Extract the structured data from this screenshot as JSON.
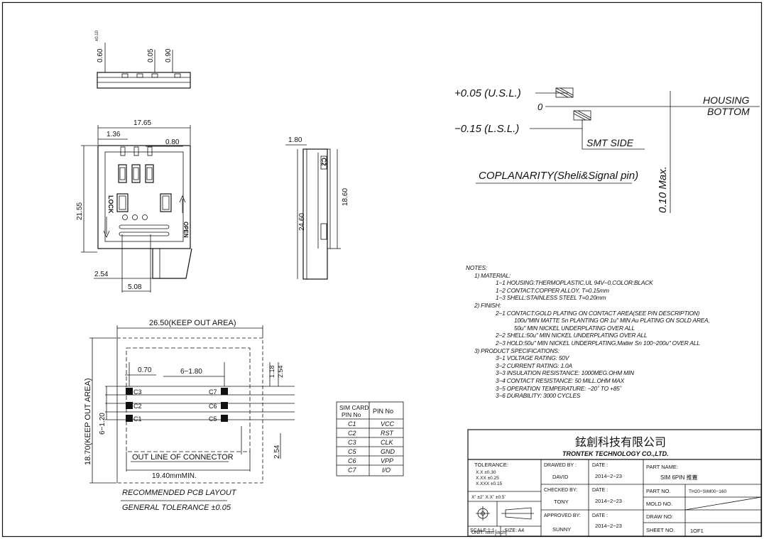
{
  "dims": {
    "top_a": "0.60",
    "top_a_tol": "±0.10",
    "top_b": "0.05",
    "top_c": "0.90",
    "width": "17.65",
    "d136": "1.36",
    "d080": "0.80",
    "height": "21.55",
    "d254": "2.54",
    "d508": "5.08",
    "side_w": "1.80",
    "side_h": "24.60",
    "side_h2": "18.60"
  },
  "labels": {
    "lock": "LOCK",
    "open": "OPEN",
    "side_mark": "C2"
  },
  "coplanarity": {
    "usl": "+0.05 (U.S.L.)",
    "zero": "0",
    "lsl": "−0.15 (L.S.L.)",
    "housing_bottom_1": "HOUSING",
    "housing_bottom_2": "BOTTOM",
    "smt_side": "SMT SIDE",
    "max": "0.10 Max.",
    "title": "COPLANARITY(Sheli&Signal pin)"
  },
  "pcb": {
    "keep_out_w": "26.50(KEEP OUT AREA)",
    "keep_out_h": "18.70(KEEP OUT AREA)",
    "d070": "0.70",
    "pitch": "6−1.80",
    "d118": "1.18",
    "d254b": "2.54",
    "d254c": "2.54",
    "d6120": "6−1.20",
    "pin_c1": "C1",
    "pin_c2": "C2",
    "pin_c3": "C3",
    "pin_c5": "C5",
    "pin_c6": "C6",
    "pin_c7": "C7",
    "outline": "OUT LINE OF CONNECTOR",
    "min_w": "19.40mmMIN.",
    "caption": "RECOMMENDED PCB LAYOUT",
    "tolerance": "GENERAL TOLERANCE ±0.05"
  },
  "pin_table": {
    "header_1a": "SIM CARD",
    "header_1b": "PIN No",
    "header_2": "PIN No",
    "rows": [
      {
        "card": "C1",
        "pin": "VCC"
      },
      {
        "card": "C2",
        "pin": "RST"
      },
      {
        "card": "C3",
        "pin": "CLK"
      },
      {
        "card": "C5",
        "pin": "GND"
      },
      {
        "card": "C6",
        "pin": "VPP"
      },
      {
        "card": "C7",
        "pin": "I/O"
      }
    ]
  },
  "notes": {
    "heading": "NOTES:",
    "s1": "1)  MATERIAL:",
    "s1_1": "1−1  HOUSING:THERMOPLASTIC,UL  94V−0,COLOR:BLACK",
    "s1_2": "1−2  CONTACT:COPPER  ALLOY,  T=0.15mm",
    "s1_3": "1−3  SHELL:STAINLESS  STEEL  T=0.20mm",
    "s2": "2)  FINISH:",
    "s2_1": "2−1  CONTACT:GOLD  PLATING  ON  CONTACT  AREA(SEE  P/N  DESCRIPTION)",
    "s2_1b": "100u\"MIN  MATTE  Sn  PLANTING  OR  1u\"  MIN  Au  PLATING  ON  SOLD  AREA,",
    "s2_1c": "50u\"  MIN  NICKEL  UNDERPLATING  OVER  ALL",
    "s2_2": "2−2  SHELL:50u\"  MIN  NICKEL  UNDERPLATING  OVER  ALL",
    "s2_3": "2−3  HOLD:50u\"  MIN  NICKEL  UNDERPLATING,Matter  Sn  100~200u\"  OVER  ALL",
    "s3": "3)  PRODUCT  SPECIFICATIONS:",
    "s3_1": "3−1  VOLTAGE  RATING:  50V",
    "s3_2": "3−2  CURRENT  RATING:  1.0A",
    "s3_3": "3−3  INSULATION  RESISTANCE:  1000MEG.OHM  MIN",
    "s3_4": "3−4  CONTACT  RESISTANCE:  50  MILL.OHM  MAX",
    "s3_5": "3−5  OPERATION  TEMPERATURE:  −20˚  TO  +85˚",
    "s3_6": "3−6  DURABILITY:  3000  CYCLES"
  },
  "title_block": {
    "company_cn": "鉉創科技有限公司",
    "company_en": "TRONTEK TECHNOLOGY CO.,LTD.",
    "tolerance_label": "TOLERANCE:",
    "tol_1": "X.X     ±0.30",
    "tol_2": "X.XX   ±0.25",
    "tol_3": "X.XXX  ±0.15",
    "tol_4": "X˚ ±2˚     X.X˚ ±0.5˚",
    "unit": "UNIT:  mm  [inch]",
    "scale": "SCALE:1:1",
    "size": "SIZE:  A4",
    "drawed_by_label": "DRAWED BY :",
    "drawed_by": "DAVID",
    "checked_by_label": "CHECKED BY:",
    "checked_by": "TONY",
    "approved_by_label": "APPROVED BY:",
    "approved_by": "SUNNY",
    "date_label_1": "DATE :",
    "date_1": "2014−2−23",
    "date_label_2": "DATE :",
    "date_2": "2014−2−23",
    "date_label_3": "DATE :",
    "date_3": "2014−2−23",
    "part_name_label": "PART NAME:",
    "part_name": "SIM 6PIN 推蓋",
    "part_no_label": "PART NO.",
    "part_no": "TH20−SIM00−160",
    "mold_no_label": "MOLD NO.",
    "draw_no_label": "DRAW NO:",
    "sheet_no_label": "SHEET NO.",
    "sheet_no": "1OF1"
  }
}
